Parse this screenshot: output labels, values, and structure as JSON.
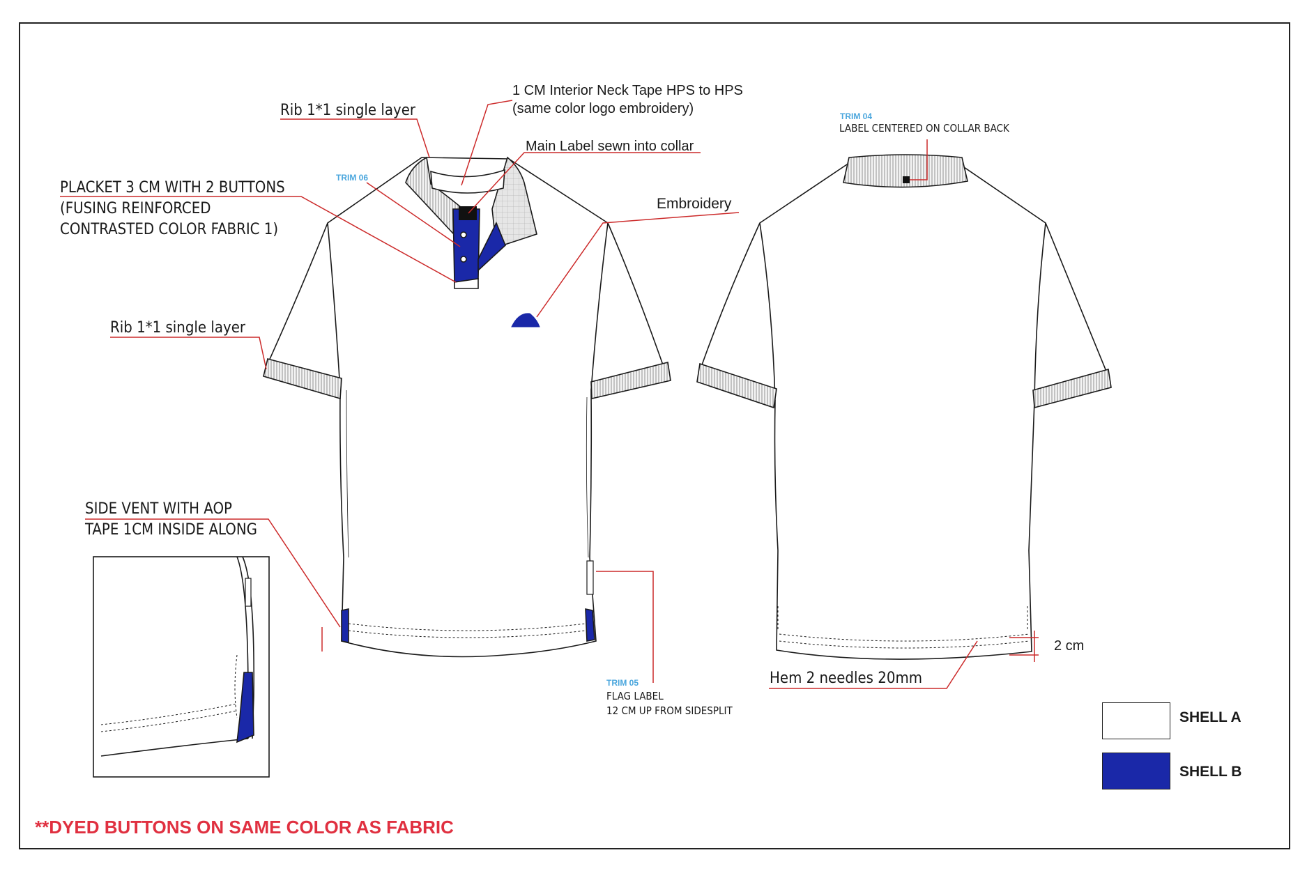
{
  "callouts": {
    "neck_tape_line1": "1 CM Interior Neck Tape HPS to HPS",
    "neck_tape_line2": "(same color logo embroidery)",
    "rib_collar": "Rib 1*1 single layer",
    "main_label": "Main Label sewn into collar",
    "trim06": "TRIM 06",
    "placket_line1": "PLACKET 3 CM WITH 2 BUTTONS",
    "placket_line2": "(FUSING REINFORCED",
    "placket_line3": "CONTRASTED COLOR FABRIC 1)",
    "embroidery": "Embroidery",
    "rib_sleeve": "Rib 1*1 single layer",
    "side_vent_line1": "SIDE VENT WITH AOP",
    "side_vent_line2": "TAPE 1CM INSIDE ALONG",
    "trim05": "TRIM 05",
    "flag_label": "FLAG LABEL",
    "flag_label_pos": "12 CM UP FROM SIDESPLIT",
    "trim04": "TRIM 04",
    "collar_back": "LABEL CENTERED ON COLLAR BACK",
    "hem_height": "2 cm",
    "hem": "Hem 2 needles 20mm"
  },
  "legend": {
    "shell_a": "SHELL A",
    "shell_b": "SHELL B"
  },
  "note": "**DYED BUTTONS ON SAME COLOR AS FABRIC",
  "colors": {
    "shell_a": "#ffffff",
    "shell_b": "#1a28a8",
    "callout_line": "#cc2a2a",
    "trim_id": "#4aa6dd",
    "note": "#e03040"
  }
}
